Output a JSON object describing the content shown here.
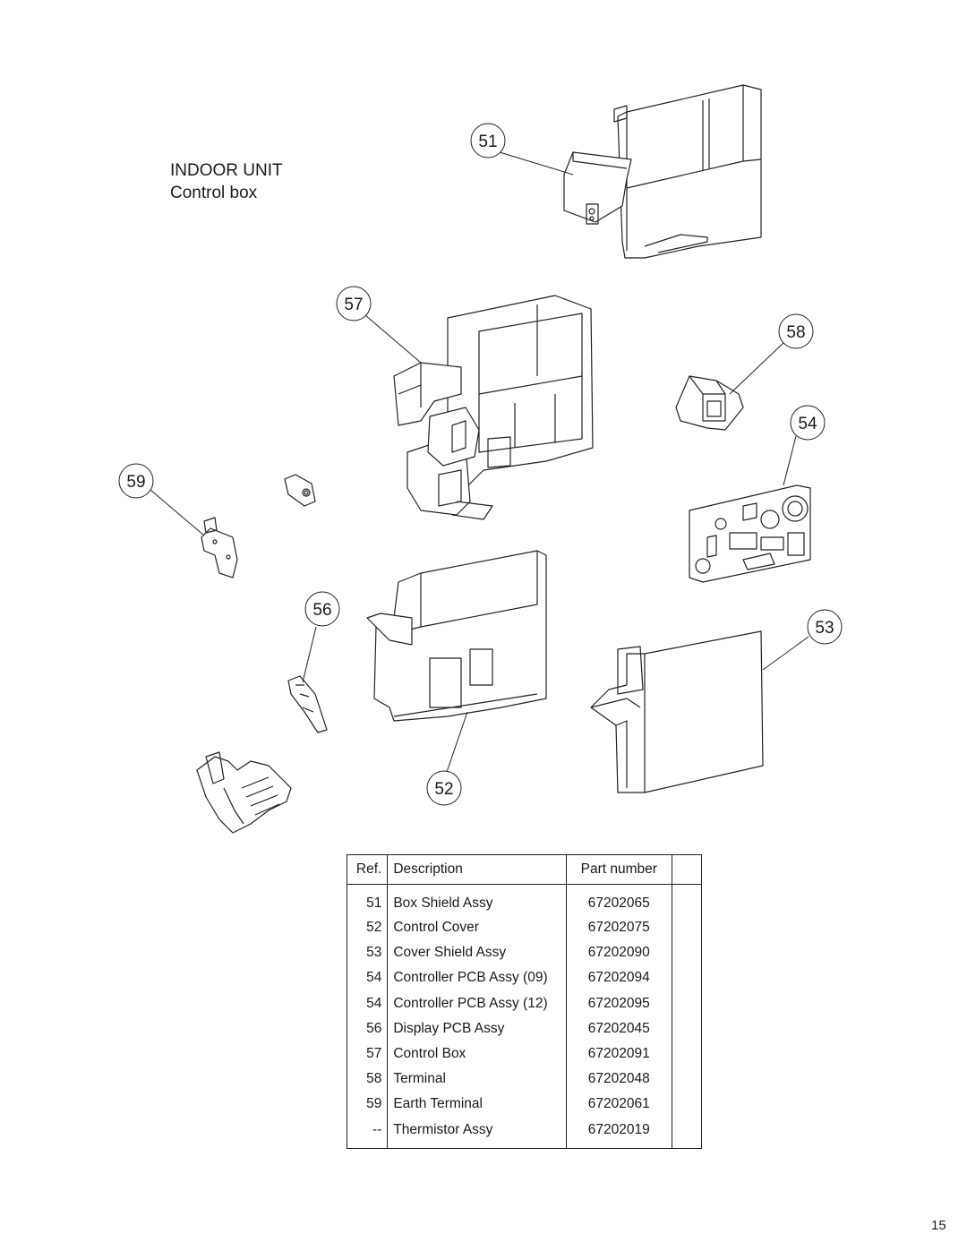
{
  "heading": {
    "line1": "INDOOR UNIT",
    "line2": "Control box"
  },
  "callouts": [
    "51",
    "57",
    "58",
    "54",
    "59",
    "56",
    "53",
    "52"
  ],
  "table": {
    "headers": {
      "ref": "Ref.",
      "description": "Description",
      "part_number": "Part number",
      "extra": ""
    },
    "rows": [
      {
        "ref": "51",
        "description": "Box Shield Assy",
        "part_number": "67202065"
      },
      {
        "ref": "52",
        "description": "Control Cover",
        "part_number": "67202075"
      },
      {
        "ref": "53",
        "description": "Cover Shield Assy",
        "part_number": "67202090"
      },
      {
        "ref": "54",
        "description": "Controller PCB Assy (09)",
        "part_number": "67202094"
      },
      {
        "ref": "54",
        "description": "Controller PCB Assy (12)",
        "part_number": "67202095"
      },
      {
        "ref": "56",
        "description": "Display PCB Assy",
        "part_number": "67202045"
      },
      {
        "ref": "57",
        "description": "Control Box",
        "part_number": "67202091"
      },
      {
        "ref": "58",
        "description": "Terminal",
        "part_number": "67202048"
      },
      {
        "ref": "59",
        "description": "Earth Terminal",
        "part_number": "67202061"
      },
      {
        "ref": "--",
        "description": "Thermistor Assy",
        "part_number": "67202019"
      }
    ]
  },
  "page_number": "15"
}
